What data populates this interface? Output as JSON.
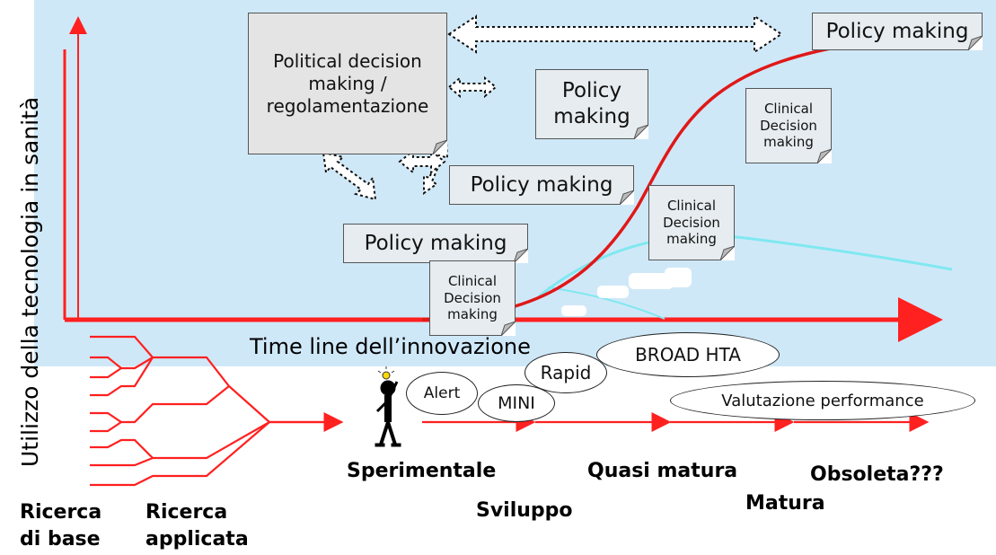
{
  "y_axis_label": "Utilizzo della tecnologia in sanità",
  "x_axis_label": "Time line dell’innovazione",
  "policy_boxes": {
    "political": "Political decision making / regolamentazione",
    "top_right": "Policy making",
    "center": "Policy making",
    "middle": "Policy making",
    "lower": "Policy making"
  },
  "clinical_notes": {
    "right": "Clinical Decision making",
    "middle": "Clinical Decision making",
    "lower": "Clinical Decision making"
  },
  "assessment_ovals": {
    "alert": "Alert",
    "mini": "MINI",
    "rapid": "Rapid",
    "broad": "BROAD HTA",
    "performance": "Valutazione performance"
  },
  "stages": {
    "ricerca_base": "Ricerca di base",
    "ricerca_applicata": "Ricerca applicata",
    "sperimentale": "Sperimentale",
    "sviluppo": "Sviluppo",
    "quasi_matura": "Quasi matura",
    "matura": "Matura",
    "obsoleta": "Obsoleta???"
  },
  "colors": {
    "background_panel": "#cfe8f8",
    "arrow_red": "#ff2020",
    "curve_red": "#e01818",
    "highlight_cyan": "#7fe8f0"
  }
}
